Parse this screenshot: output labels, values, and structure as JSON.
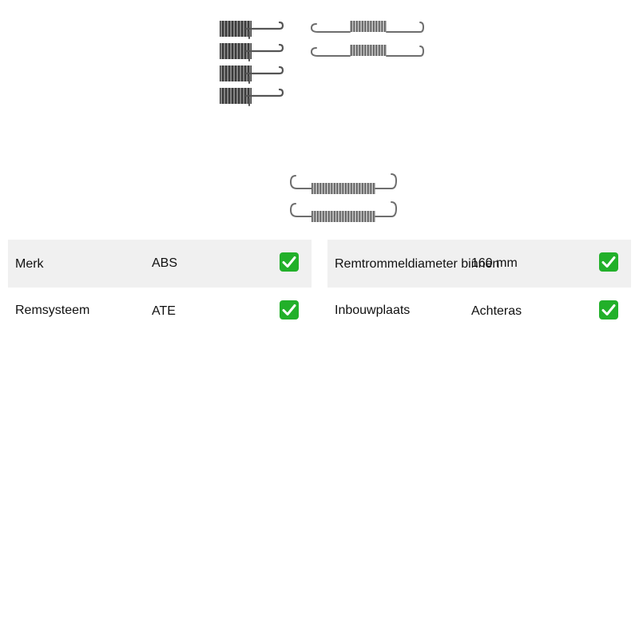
{
  "product_image": {
    "icon": "brake-shoe-spring-kit-image"
  },
  "specs_left": [
    {
      "label": "Merk",
      "value": "ABS",
      "status_icon": "check-mark-icon"
    },
    {
      "label": "Remsysteem",
      "value": "ATE",
      "status_icon": "check-mark-icon"
    }
  ],
  "specs_right": [
    {
      "label": "Remtrommeldiameter binnen",
      "value": "160 mm",
      "status_icon": "check-mark-icon"
    },
    {
      "label": "Inbouwplaats",
      "value": "Achteras",
      "status_icon": "check-mark-icon"
    }
  ],
  "colors": {
    "row_shade": "#f0f0f0",
    "check_green": "#22b02a",
    "spring_metal": "#6e6e6e"
  }
}
